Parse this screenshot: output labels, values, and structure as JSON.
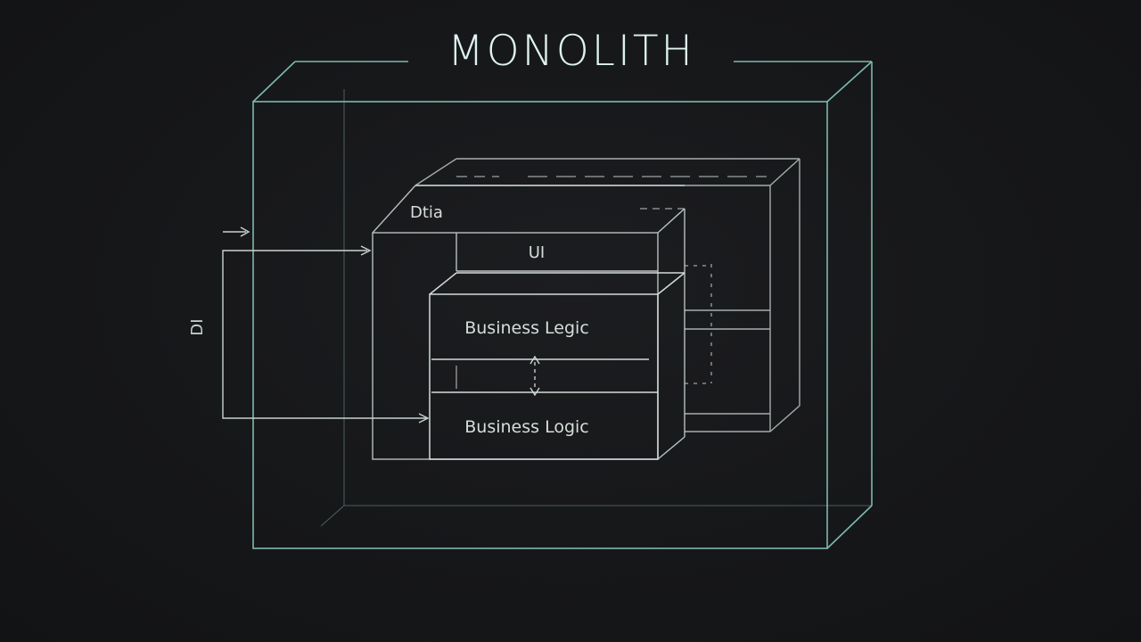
{
  "diagram": {
    "title": "MONOLITH",
    "labels": {
      "data": "Dtia",
      "ui": "UI",
      "business_logic_top": "Business Legic",
      "business_logic_bottom": "Business Logic",
      "side": "DI"
    },
    "colors": {
      "background": "#161719",
      "outer_frame": "#8fd6c8",
      "inner_lines": "#c8d3cf",
      "text": "#dff3ef"
    }
  }
}
